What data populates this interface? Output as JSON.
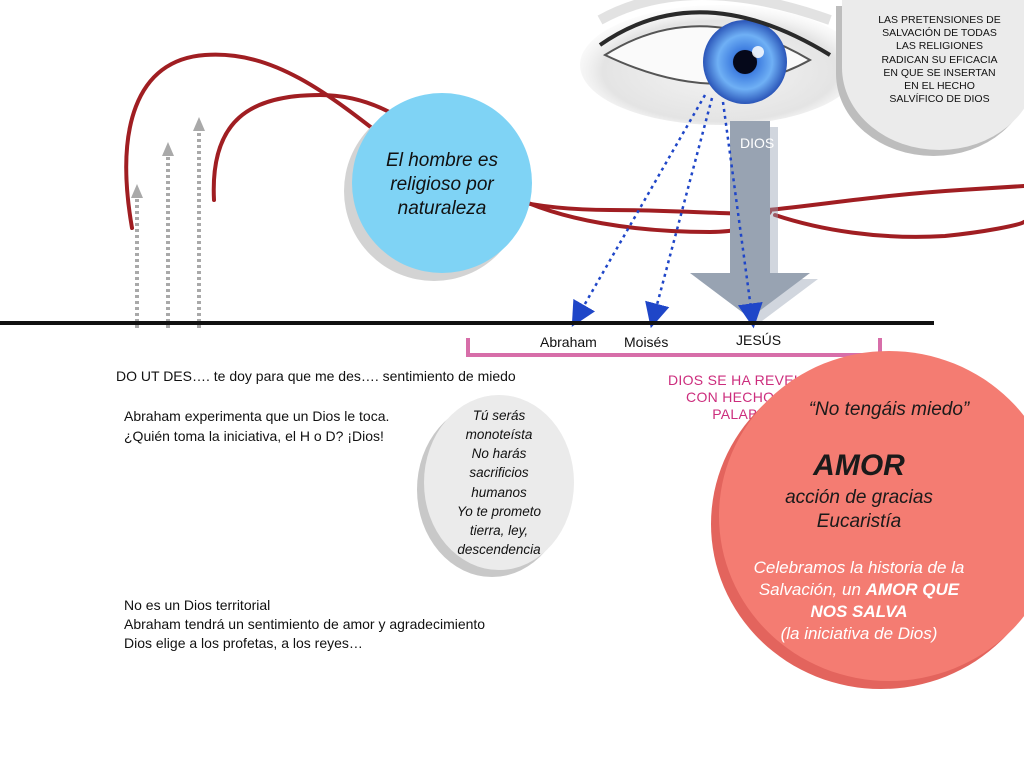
{
  "top_circle": {
    "lines": [
      "LAS PRETENSIONES DE",
      "SALVACIÓN DE TODAS",
      "LAS RELIGIONES",
      "RADICAN SU EFICACIA",
      "EN QUE SE INSERTAN",
      "EN EL HECHO",
      "SALVÍFICO DE DIOS"
    ]
  },
  "dios_label": "DIOS",
  "blue_circle": {
    "lines": [
      "El hombre es",
      "religioso por",
      "naturaleza"
    ]
  },
  "timeline": {
    "abraham": "Abraham",
    "moises": "Moisés",
    "jesus": "JESÚS"
  },
  "do_ut_des": "DO UT DES…. te doy para que me des…. sentimiento de miedo",
  "abraham_text": {
    "line1": "Abraham experimenta que un Dios le toca.",
    "line2": "¿Quién toma la iniciativa, el H o D? ¡Dios!"
  },
  "mid_circle": {
    "lines": [
      "Tú serás",
      "monoteísta",
      "No harás",
      "sacrificios",
      "humanos",
      "Yo te prometo",
      "tierra, ley,",
      "descendencia"
    ]
  },
  "bottom_text": {
    "line1": "No es un Dios territorial",
    "line2": "Abraham tendrá un sentimiento de amor y agradecimiento",
    "line3": "Dios elige a los profetas, a los reyes…"
  },
  "revelation": {
    "line1": "DIOS SE HA REVEL",
    "line2": "CON HECHOS",
    "line3": "PALAB"
  },
  "red_circle": {
    "quote": "“No tengáis miedo”",
    "amor": "AMOR",
    "accion": "acción de gracias",
    "eucaristia": "Eucaristía",
    "celebramos1": "Celebramos la historia de la",
    "celebramos2_plain": "Salvación, un ",
    "celebramos2_bold": "AMOR QUE",
    "celebramos3_bold": "NOS SALVA",
    "celebramos4": "(la iniciativa de Dios)"
  },
  "colors": {
    "blue_circle": "#7fd3f5",
    "red_circle": "#f47c72",
    "red_curve": "#a01e22",
    "pink": "#cc2d7d",
    "arrow_blue": "#1f46c8",
    "dios_arrow": "#98a3b2"
  },
  "icons": [
    "eye-icon",
    "dios-down-arrow-icon",
    "up-arrow-icon",
    "dotted-arrow-icon"
  ]
}
